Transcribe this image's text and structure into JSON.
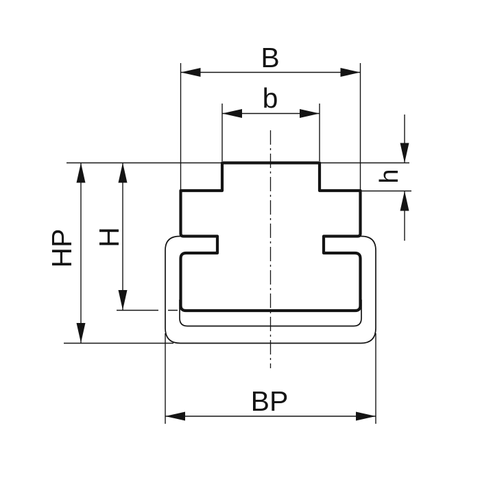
{
  "diagram": {
    "title": "chain-guide-profile-cross-section",
    "background": "#ffffff",
    "ink": "#141414",
    "dimensions": {
      "outer_top_width": {
        "label": "B"
      },
      "tab_width": {
        "label": "b"
      },
      "lip_height": {
        "label": "h"
      },
      "profile_height": {
        "label": "H"
      },
      "total_height": {
        "label": "HP"
      },
      "channel_width": {
        "label": "BP"
      }
    }
  }
}
